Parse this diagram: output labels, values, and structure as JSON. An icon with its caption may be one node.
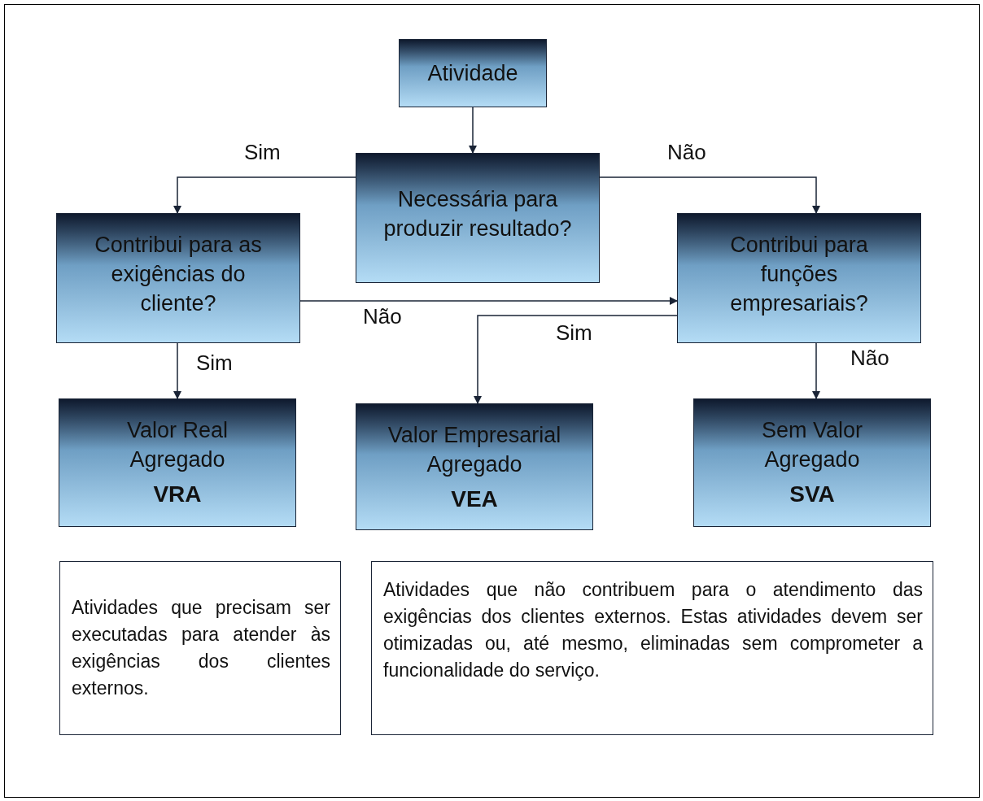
{
  "diagram": {
    "nodes": [
      {
        "text": [
          "Atividade"
        ]
      },
      {
        "text": [
          "Necessária para produzir resultado?"
        ]
      },
      {
        "text": [
          "Contribui para as exigências do cliente?"
        ]
      },
      {
        "text": [
          "Contribui para funções empresariais?"
        ]
      },
      {
        "text": [
          "Valor Real Agregado",
          "VRA"
        ]
      },
      {
        "text": [
          "Valor Empresarial Agregado",
          "VEA"
        ]
      },
      {
        "text": [
          "Sem Valor Agregado",
          "SVA"
        ]
      },
      {
        "text": [
          "Atividades que precisam ser executadas para atender às exigências dos clientes externos."
        ]
      },
      {
        "text": [
          "Atividades que não contribuem para o atendimento das exigências dos clientes externos. Estas atividades devem ser otimizadas ou, até mesmo, eliminadas sem comprometer a funcionalidade do serviço."
        ]
      }
    ],
    "edges": [
      {
        "from": 0,
        "to": 1,
        "arrow": "to"
      },
      {
        "from": 1,
        "to": 2,
        "arrow": "to",
        "label": "Sim"
      },
      {
        "from": 1,
        "to": 3,
        "arrow": "to",
        "label": "Não"
      },
      {
        "from": 2,
        "to": 3,
        "arrow": "to",
        "label": "Não"
      },
      {
        "from": 2,
        "to": 4,
        "arrow": "to",
        "label": "Sim"
      },
      {
        "from": 3,
        "to": 5,
        "arrow": "to",
        "label": "Sim"
      },
      {
        "from": 3,
        "to": 6,
        "arrow": "to",
        "label": "Não"
      }
    ]
  }
}
